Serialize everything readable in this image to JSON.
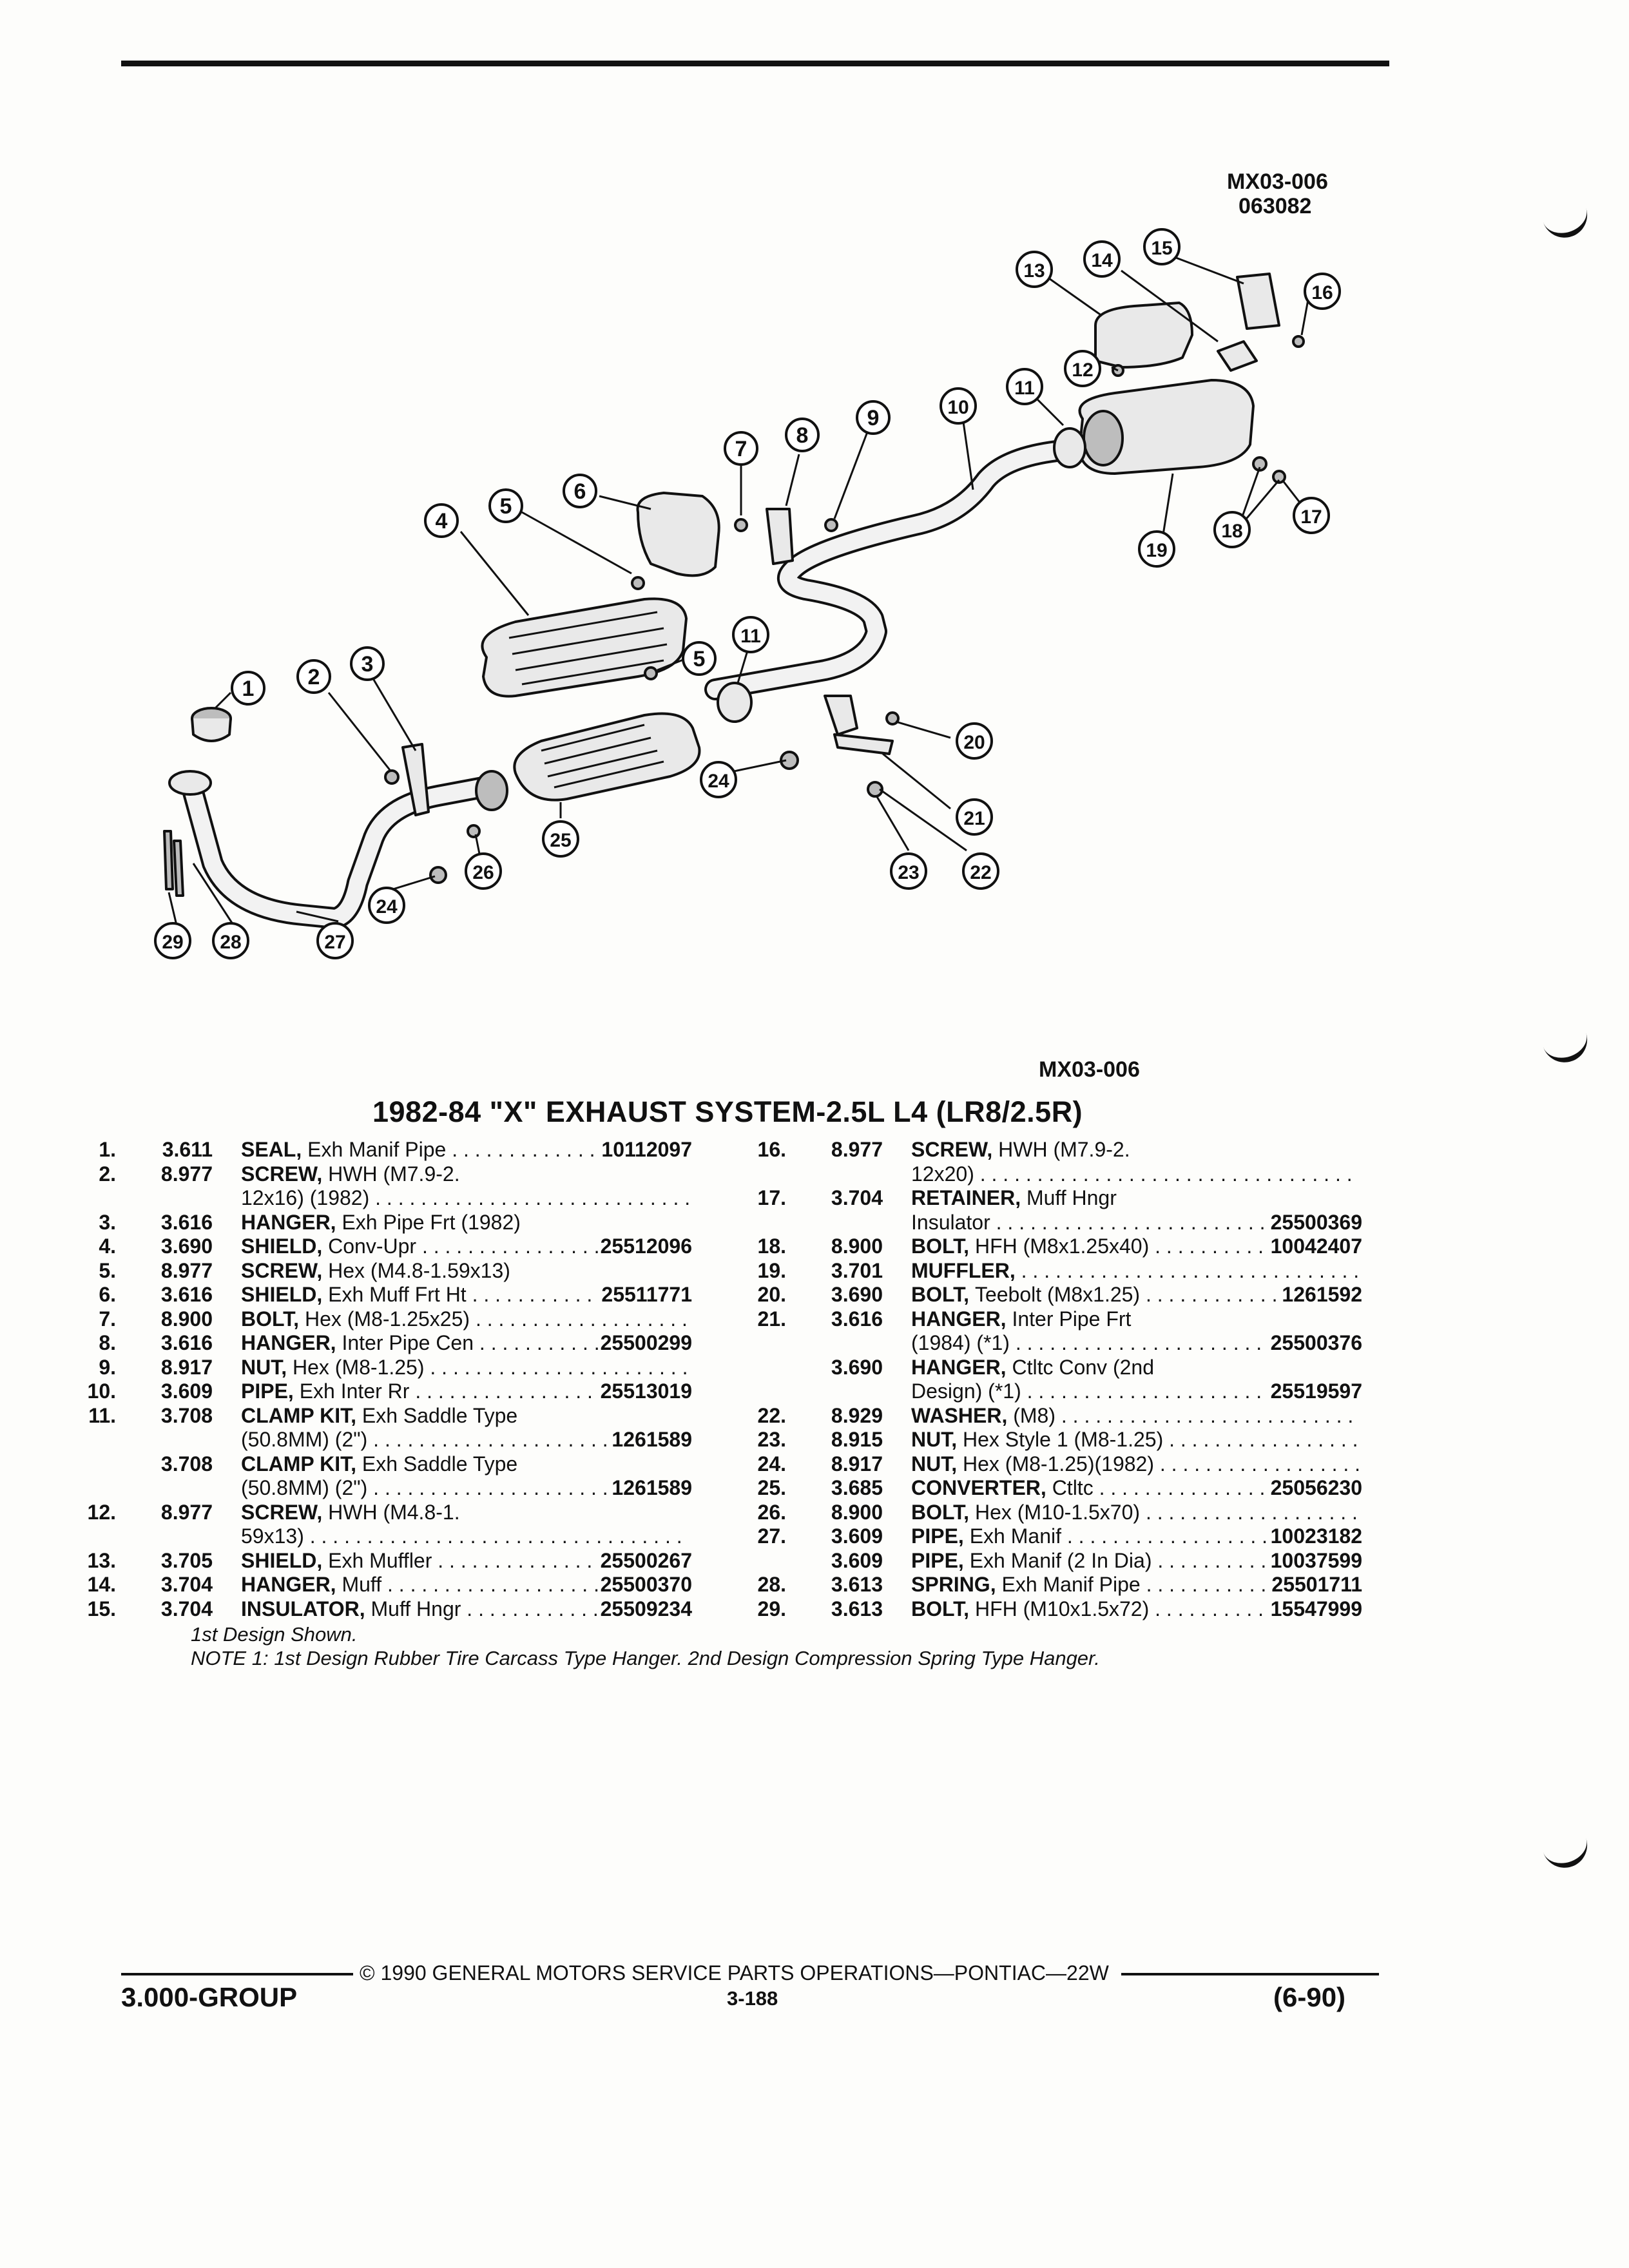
{
  "figure": {
    "code_top": "MX03-006",
    "date_code": "063082",
    "code_bottom": "MX03-006"
  },
  "section_title": "1982-84 \"X\" EXHAUST SYSTEM-2.5L L4 (LR8/2.5R)",
  "callouts": [
    "1",
    "2",
    "3",
    "4",
    "5",
    "5",
    "6",
    "7",
    "8",
    "9",
    "10",
    "11",
    "11",
    "12",
    "13",
    "14",
    "15",
    "16",
    "17",
    "18",
    "19",
    "20",
    "21",
    "22",
    "23",
    "24",
    "24",
    "25",
    "26",
    "27",
    "28",
    "29"
  ],
  "parts_left": [
    {
      "num": "1.",
      "grp": "3.611",
      "kw": "SEAL,",
      "text": "Exh Manif Pipe",
      "pn": "10112097"
    },
    {
      "num": "2.",
      "grp": "8.977",
      "kw": "SCREW,",
      "text": "HWH (M7.9-2.",
      "pn": "",
      "cont": true
    },
    {
      "num": "",
      "grp": "",
      "kw": "",
      "text": "12x16) (1982)",
      "pn": ""
    },
    {
      "num": "3.",
      "grp": "3.616",
      "kw": "HANGER,",
      "text": "Exh Pipe Frt (1982)",
      "pn": "",
      "nolead": true
    },
    {
      "num": "4.",
      "grp": "3.690",
      "kw": "SHIELD,",
      "text": "Conv-Upr",
      "pn": "25512096"
    },
    {
      "num": "5.",
      "grp": "8.977",
      "kw": "SCREW,",
      "text": "Hex (M4.8-1.59x13)",
      "pn": "",
      "nolead": true
    },
    {
      "num": "6.",
      "grp": "3.616",
      "kw": "SHIELD,",
      "text": "Exh Muff Frt Ht",
      "pn": "25511771"
    },
    {
      "num": "7.",
      "grp": "8.900",
      "kw": "BOLT,",
      "text": "Hex (M8-1.25x25)",
      "pn": ""
    },
    {
      "num": "8.",
      "grp": "3.616",
      "kw": "HANGER,",
      "text": "Inter Pipe Cen",
      "pn": "25500299"
    },
    {
      "num": "9.",
      "grp": "8.917",
      "kw": "NUT,",
      "text": "Hex (M8-1.25)",
      "pn": ""
    },
    {
      "num": "10.",
      "grp": "3.609",
      "kw": "PIPE,",
      "text": "Exh Inter Rr",
      "pn": "25513019"
    },
    {
      "num": "11.",
      "grp": "3.708",
      "kw": "CLAMP KIT,",
      "text": "Exh Saddle Type",
      "pn": "",
      "nolead": true
    },
    {
      "num": "",
      "grp": "",
      "kw": "",
      "text": "(50.8MM) (2\")",
      "pn": "1261589"
    },
    {
      "num": "",
      "grp": "3.708",
      "kw": "CLAMP KIT,",
      "text": "Exh Saddle Type",
      "pn": "",
      "nolead": true
    },
    {
      "num": "",
      "grp": "",
      "kw": "",
      "text": "(50.8MM) (2\")",
      "pn": "1261589"
    },
    {
      "num": "12.",
      "grp": "8.977",
      "kw": "SCREW,",
      "text": "HWH (M4.8-1.",
      "pn": "",
      "nolead": true
    },
    {
      "num": "",
      "grp": "",
      "kw": "",
      "text": "59x13)",
      "pn": ""
    },
    {
      "num": "13.",
      "grp": "3.705",
      "kw": "SHIELD,",
      "text": "Exh Muffler",
      "pn": "25500267"
    },
    {
      "num": "14.",
      "grp": "3.704",
      "kw": "HANGER,",
      "text": "Muff",
      "pn": "25500370"
    },
    {
      "num": "15.",
      "grp": "3.704",
      "kw": "INSULATOR,",
      "text": "Muff Hngr",
      "pn": "25509234"
    }
  ],
  "parts_right": [
    {
      "num": "16.",
      "grp": "8.977",
      "kw": "SCREW,",
      "text": "HWH (M7.9-2.",
      "pn": "",
      "nolead": true
    },
    {
      "num": "",
      "grp": "",
      "kw": "",
      "text": "12x20)",
      "pn": ""
    },
    {
      "num": "17.",
      "grp": "3.704",
      "kw": "RETAINER,",
      "text": "Muff Hngr",
      "pn": "",
      "nolead": true
    },
    {
      "num": "",
      "grp": "",
      "kw": "",
      "text": "Insulator",
      "pn": "25500369"
    },
    {
      "num": "18.",
      "grp": "8.900",
      "kw": "BOLT,",
      "text": "HFH (M8x1.25x40)",
      "pn": "10042407"
    },
    {
      "num": "19.",
      "grp": "3.701",
      "kw": "MUFFLER,",
      "text": "",
      "pn": ""
    },
    {
      "num": "20.",
      "grp": "3.690",
      "kw": "BOLT,",
      "text": "Teebolt (M8x1.25)",
      "pn": "1261592"
    },
    {
      "num": "21.",
      "grp": "3.616",
      "kw": "HANGER,",
      "text": "Inter Pipe Frt",
      "pn": "",
      "nolead": true
    },
    {
      "num": "",
      "grp": "",
      "kw": "",
      "text": "(1984) (*1)",
      "pn": "25500376"
    },
    {
      "num": "",
      "grp": "3.690",
      "kw": "HANGER,",
      "text": "Ctltc Conv (2nd",
      "pn": "",
      "nolead": true
    },
    {
      "num": "",
      "grp": "",
      "kw": "",
      "text": "Design) (*1)",
      "pn": "25519597"
    },
    {
      "num": "22.",
      "grp": "8.929",
      "kw": "WASHER,",
      "text": "(M8)",
      "pn": ""
    },
    {
      "num": "23.",
      "grp": "8.915",
      "kw": "NUT,",
      "text": "Hex Style 1 (M8-1.25)",
      "pn": ""
    },
    {
      "num": "24.",
      "grp": "8.917",
      "kw": "NUT,",
      "text": "Hex (M8-1.25)(1982)",
      "pn": ""
    },
    {
      "num": "25.",
      "grp": "3.685",
      "kw": "CONVERTER,",
      "text": "Ctltc",
      "pn": "25056230"
    },
    {
      "num": "26.",
      "grp": "8.900",
      "kw": "BOLT,",
      "text": "Hex (M10-1.5x70)",
      "pn": ""
    },
    {
      "num": "27.",
      "grp": "3.609",
      "kw": "PIPE,",
      "text": "Exh Manif",
      "pn": "10023182"
    },
    {
      "num": "",
      "grp": "3.609",
      "kw": "PIPE,",
      "text": "Exh Manif (2 In Dia)",
      "pn": "10037599"
    },
    {
      "num": "28.",
      "grp": "3.613",
      "kw": "SPRING,",
      "text": "Exh Manif Pipe",
      "pn": "25501711"
    },
    {
      "num": "29.",
      "grp": "3.613",
      "kw": "BOLT,",
      "text": "HFH (M10x1.5x72)",
      "pn": "15547999"
    }
  ],
  "notes": {
    "design": "1st Design Shown.",
    "note1": "NOTE 1: 1st Design Rubber Tire Carcass Type Hanger. 2nd Design Compression Spring Type Hanger."
  },
  "footer": {
    "copyright": "© 1990 GENERAL MOTORS SERVICE PARTS OPERATIONS—PONTIAC—22W",
    "group": "3.000-GROUP",
    "page": "3-188",
    "date": "(6-90)"
  }
}
